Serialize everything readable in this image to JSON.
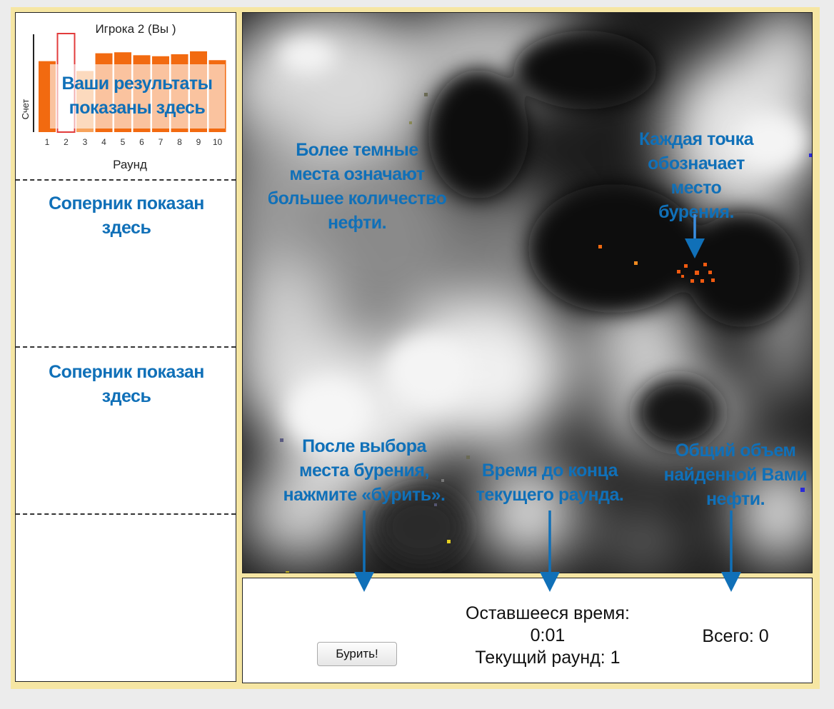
{
  "left_panel": {
    "chart": {
      "title": "Игрока 2 (Вы )",
      "ylabel": "Счет",
      "xlabel": "Раунд",
      "overlay": [
        "Ваши результаты",
        "показаны здесь"
      ]
    },
    "opponent_1": [
      "Соперник показан",
      "здесь"
    ],
    "opponent_2": [
      "Соперник показан",
      "здесь"
    ]
  },
  "chart_data": {
    "type": "bar",
    "title": "Игрока 2 (Вы )",
    "xlabel": "Раунд",
    "ylabel": "Счет",
    "categories": [
      "1",
      "2",
      "3",
      "4",
      "5",
      "6",
      "7",
      "8",
      "9",
      "10"
    ],
    "values": [
      0.72,
      1.0,
      0.62,
      0.8,
      0.81,
      0.78,
      0.77,
      0.79,
      0.82,
      0.73
    ],
    "highlighted_category": "2",
    "colors": {
      "bar": "#f26a10",
      "bar_light": "#f7a35c",
      "highlight": "#e23c3c"
    }
  },
  "map": {
    "annotations": {
      "darker": [
        "Более темные",
        "места означают",
        "большее количество",
        "нефти."
      ],
      "point": [
        "Каждая точка",
        "обозначает",
        "место",
        "бурения."
      ],
      "after": [
        "После выбора",
        "места бурения,",
        "нажмите «бурить»."
      ],
      "time": [
        "Время до конца",
        "текущего раунда."
      ],
      "total": [
        "Общий объем",
        "найденной Вами",
        "нефти."
      ]
    }
  },
  "controls": {
    "drill_label": "Бурить!",
    "time_label": "Оставшееся время:",
    "time_value": "0:01",
    "round_text": "Текущий раунд: 1",
    "total_text": "Всего: 0"
  },
  "colors": {
    "callout": "#1070b8",
    "arrow": "#1070b8",
    "frame": "#f6e6a3"
  }
}
